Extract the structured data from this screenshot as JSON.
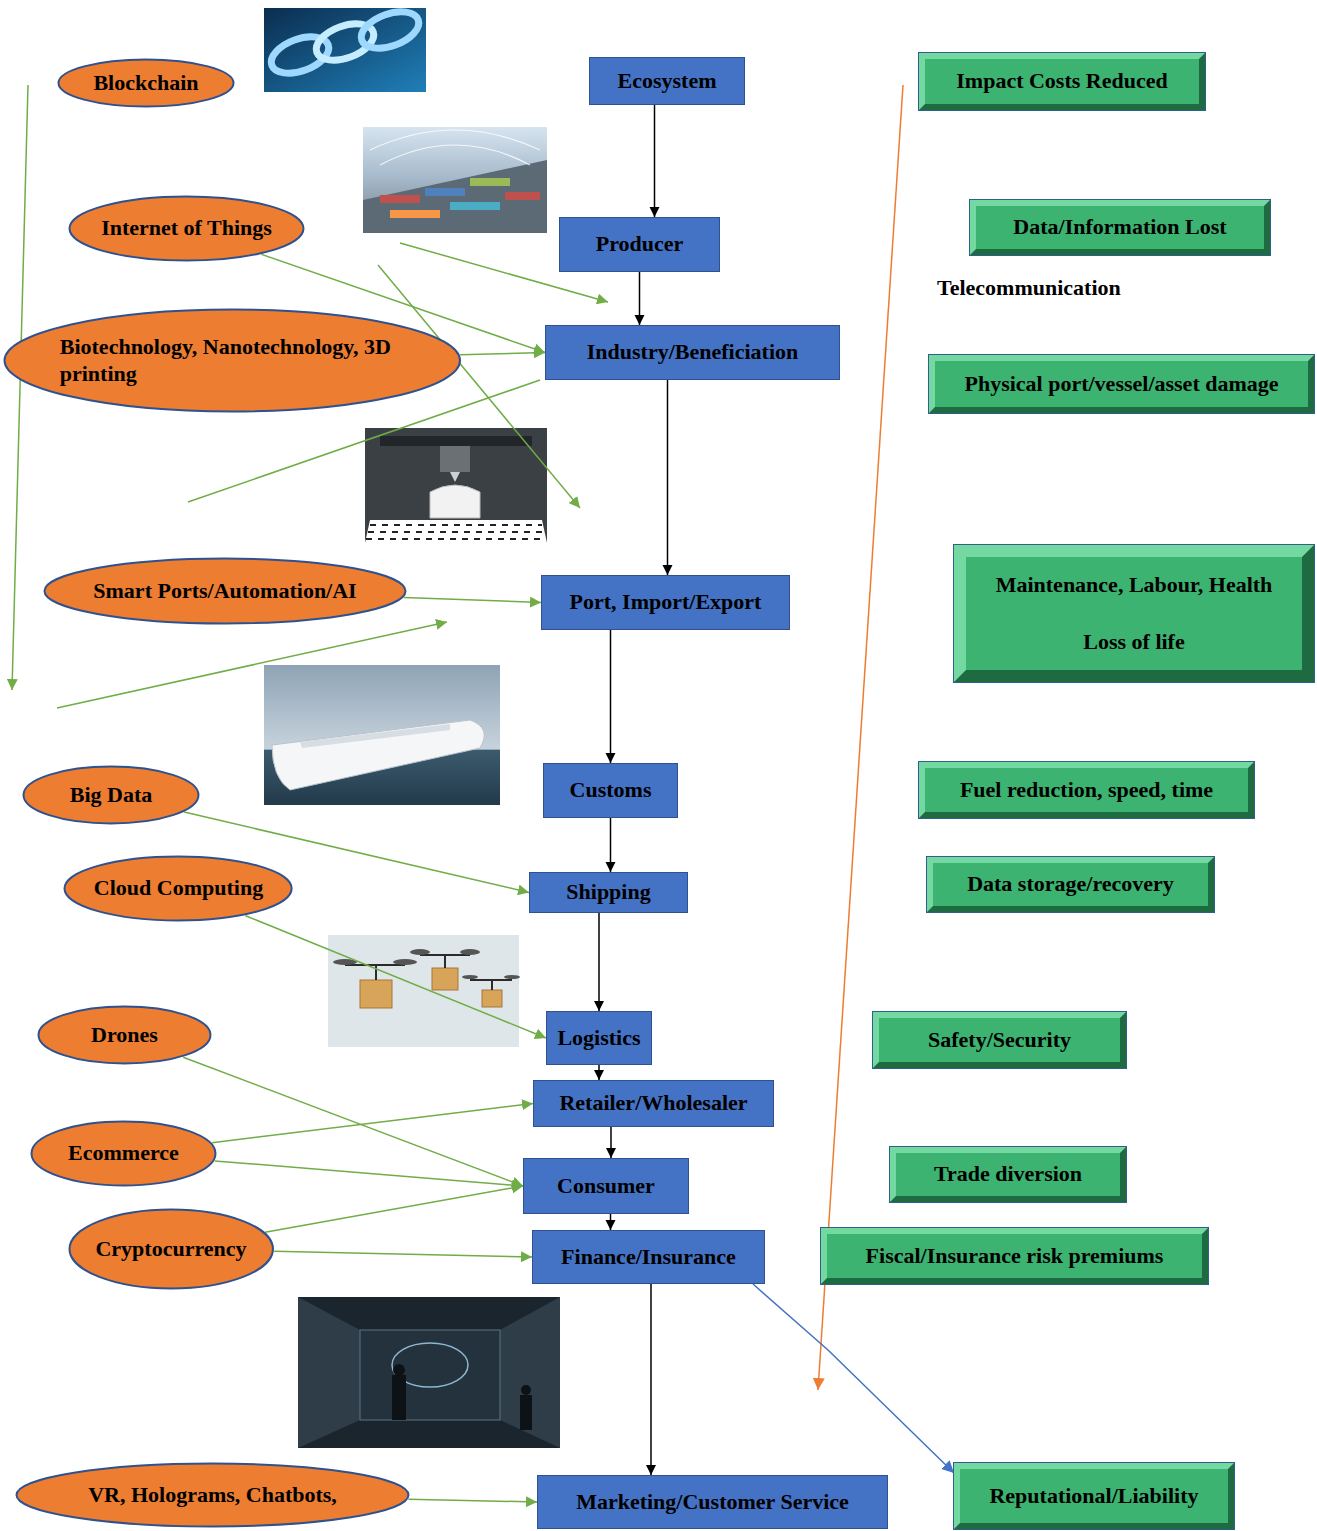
{
  "diagram": {
    "nodes": [
      {
        "text": [
          "Blockchain"
        ]
      },
      {
        "text": [
          "Internet of Things"
        ]
      },
      {
        "text": [
          "Biotechnology, Nanotechnology, 3D printing"
        ]
      },
      {
        "text": [
          "Smart Ports/Automation/AI"
        ]
      },
      {
        "text": [
          "Big Data"
        ]
      },
      {
        "text": [
          "Cloud Computing"
        ]
      },
      {
        "text": [
          "Drones"
        ]
      },
      {
        "text": [
          "Ecommerce"
        ]
      },
      {
        "text": [
          "Cryptocurrency"
        ]
      },
      {
        "text": [
          "VR, Holograms, Chatbots,"
        ]
      },
      {
        "text": [
          "Ecosystem"
        ]
      },
      {
        "text": [
          "Producer"
        ]
      },
      {
        "text": [
          "Industry/Beneficiation"
        ]
      },
      {
        "text": [
          "Port, Import/Export"
        ]
      },
      {
        "text": [
          "Customs"
        ]
      },
      {
        "text": [
          "Shipping"
        ]
      },
      {
        "text": [
          "Logistics"
        ]
      },
      {
        "text": [
          "Retailer/Wholesaler"
        ]
      },
      {
        "text": [
          "Consumer"
        ]
      },
      {
        "text": [
          "Finance/Insurance"
        ]
      },
      {
        "text": [
          "Marketing/Customer Service"
        ]
      },
      {
        "text": [
          "Impact Costs Reduced"
        ]
      },
      {
        "text": [
          "Data/Information Lost"
        ]
      },
      {
        "text": [
          "Physical port/vessel/asset damage"
        ]
      },
      {
        "text": [
          "Maintenance, Labour, Health",
          "Loss of life"
        ]
      },
      {
        "text": [
          "Fuel reduction, speed, time"
        ]
      },
      {
        "text": [
          "Data storage/recovery"
        ]
      },
      {
        "text": [
          "Safety/Security"
        ]
      },
      {
        "text": [
          "Trade diversion"
        ]
      },
      {
        "text": [
          "Fiscal/Insurance risk premiums"
        ]
      },
      {
        "text": [
          "Reputational/Liability"
        ]
      }
    ],
    "edges": [
      {
        "from": 10,
        "to": 11,
        "arrow": "to"
      },
      {
        "from": 11,
        "to": 12,
        "arrow": "to"
      },
      {
        "from": 12,
        "to": 13,
        "arrow": "to"
      },
      {
        "from": 13,
        "to": 14,
        "arrow": "to"
      },
      {
        "from": 14,
        "to": 15,
        "arrow": "to"
      },
      {
        "from": 15,
        "to": 16,
        "arrow": "to"
      },
      {
        "from": 16,
        "to": 17,
        "arrow": "to"
      },
      {
        "from": 17,
        "to": 18,
        "arrow": "to"
      },
      {
        "from": 18,
        "to": 19,
        "arrow": "to"
      },
      {
        "from": 19,
        "to": 20,
        "arrow": "to"
      },
      {
        "from": 1,
        "to": 12,
        "arrow": "to"
      },
      {
        "from": 2,
        "to": 12,
        "arrow": "to"
      },
      {
        "from": 3,
        "to": 13,
        "arrow": "to"
      },
      {
        "from": 4,
        "to": 15,
        "arrow": "to"
      },
      {
        "from": 5,
        "to": 16,
        "arrow": "to"
      },
      {
        "from": 6,
        "to": 18,
        "arrow": "to"
      },
      {
        "from": 7,
        "to": 17,
        "arrow": "to"
      },
      {
        "from": 7,
        "to": 18,
        "arrow": "to"
      },
      {
        "from": 8,
        "to": 18,
        "arrow": "to"
      },
      {
        "from": 8,
        "to": 19,
        "arrow": "to"
      },
      {
        "from": 9,
        "to": 20,
        "arrow": "to"
      },
      {
        "from": 19,
        "to": 30,
        "arrow": "to"
      }
    ],
    "labels": [
      "Telecommunication"
    ]
  }
}
